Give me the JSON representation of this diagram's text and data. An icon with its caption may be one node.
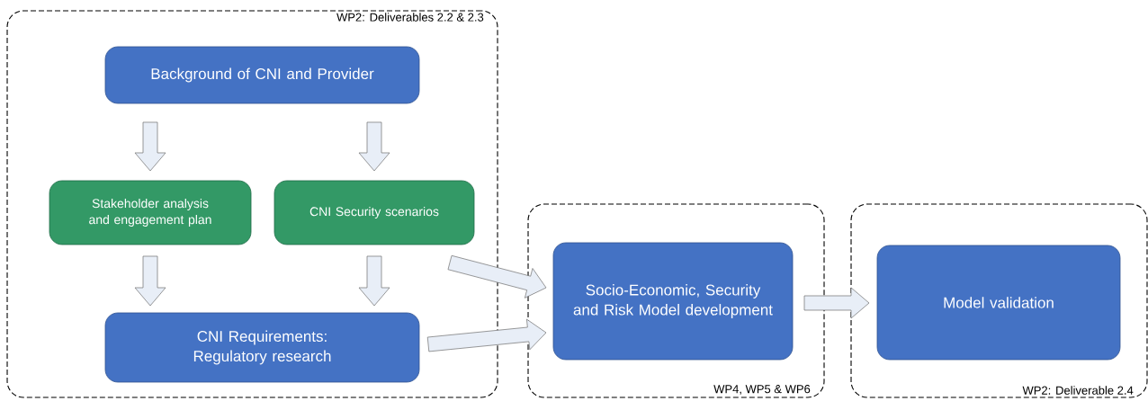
{
  "diagram": {
    "nodes": [
      {
        "text": [
          "WP2: Deliverables 2.2 & 2.3"
        ]
      },
      {
        "text": [
          "Background of CNI and Provider"
        ],
        "in": 0
      },
      {
        "text": [
          "Stakeholder analysis and engagement plan"
        ],
        "in": 0
      },
      {
        "text": [
          "CNI Security scenarios"
        ],
        "in": 0
      },
      {
        "text": [
          "CNI Requirements: Regulatory research"
        ],
        "in": 0
      },
      {
        "text": [
          "WP4, WP5 & WP6"
        ]
      },
      {
        "text": [
          "Socio-Economic, Security and Risk Model development"
        ],
        "in": 5
      },
      {
        "text": [
          "WP2: Deliverable 2.4"
        ]
      },
      {
        "text": [
          "Model validation"
        ],
        "in": 7
      }
    ],
    "edges": [
      {
        "from": 1,
        "to": 2,
        "arrow": "to"
      },
      {
        "from": 1,
        "to": 3,
        "arrow": "to"
      },
      {
        "from": 2,
        "to": 4,
        "arrow": "to"
      },
      {
        "from": 3,
        "to": 4,
        "arrow": "to"
      },
      {
        "from": 3,
        "to": 6,
        "arrow": "to"
      },
      {
        "from": 4,
        "to": 6,
        "arrow": "to"
      },
      {
        "from": 6,
        "to": 8,
        "arrow": "to"
      }
    ]
  }
}
